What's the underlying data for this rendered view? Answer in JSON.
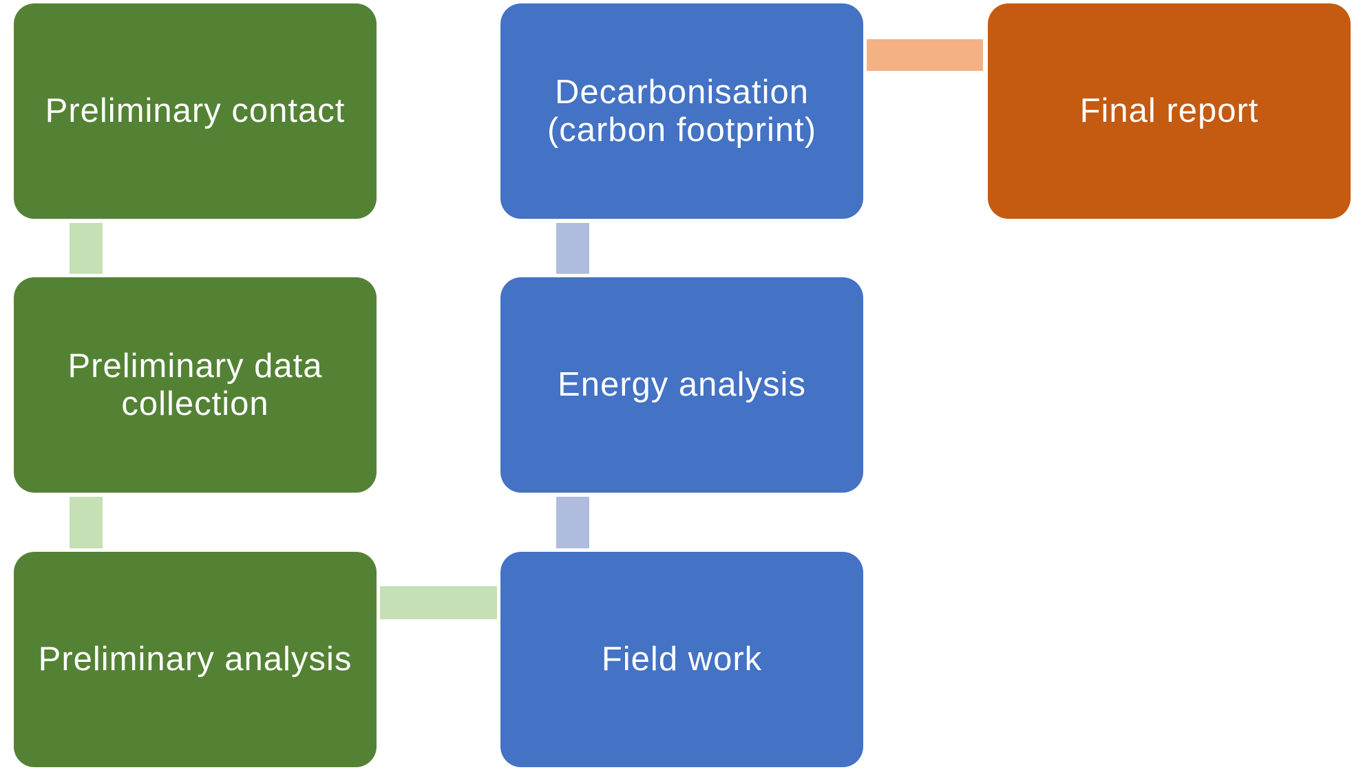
{
  "diagram": {
    "type": "process-flow",
    "colors": {
      "phase1_box": "#548235",
      "phase1_connector": "#c5e0b4",
      "phase2_box": "#4472c4",
      "phase2_connector": "#b0bcdd",
      "phase3_box": "#c55a11",
      "phase3_connector": "#f4b183"
    },
    "steps": [
      {
        "id": 1,
        "label": "Preliminary contact",
        "phase": 1
      },
      {
        "id": 2,
        "label": "Preliminary data collection",
        "phase": 1
      },
      {
        "id": 3,
        "label": "Preliminary analysis",
        "phase": 1
      },
      {
        "id": 4,
        "label": "Field work",
        "phase": 2
      },
      {
        "id": 5,
        "label": "Energy analysis",
        "phase": 2
      },
      {
        "id": 6,
        "label": "Decarbonisation (carbon footprint)",
        "phase": 2
      },
      {
        "id": 7,
        "label": "Final report",
        "phase": 3
      }
    ],
    "connections": [
      {
        "from": 1,
        "to": 2
      },
      {
        "from": 2,
        "to": 3
      },
      {
        "from": 3,
        "to": 4
      },
      {
        "from": 4,
        "to": 5
      },
      {
        "from": 5,
        "to": 6
      },
      {
        "from": 6,
        "to": 7
      }
    ]
  }
}
